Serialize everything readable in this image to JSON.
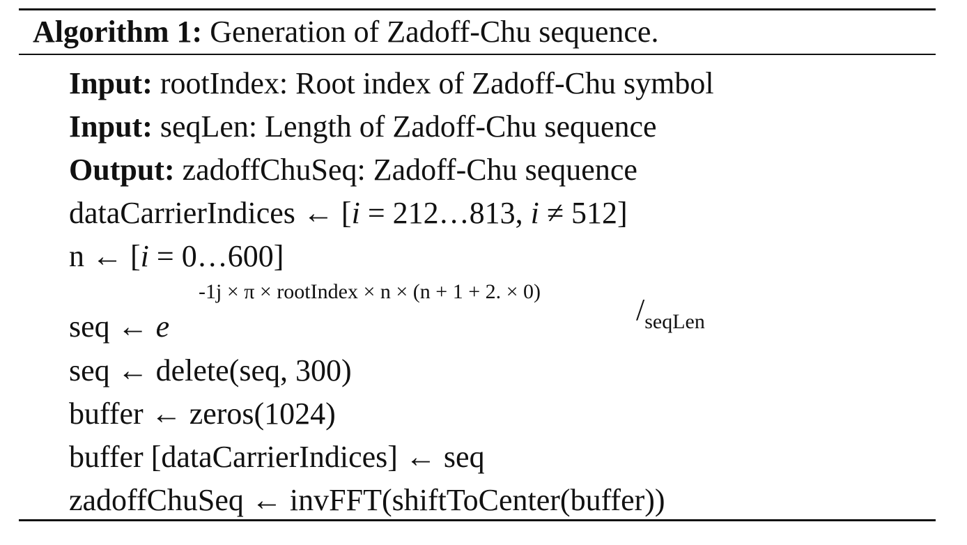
{
  "algorithm": {
    "label": "Algorithm 1:",
    "title": " Generation of Zadoff-Chu sequence."
  },
  "inputs": [
    {
      "keyword": "Input:",
      "text": " rootIndex: Root index of Zadoff-Chu symbol"
    },
    {
      "keyword": "Input:",
      "text": " seqLen: Length of Zadoff-Chu sequence"
    }
  ],
  "output": {
    "keyword": "Output:",
    "text": " zadoffChuSeq: Zadoff-Chu sequence"
  },
  "steps": {
    "data_carrier": {
      "lhs": "dataCarrierIndices ← [",
      "var1": "i",
      "mid": " = 212…813, ",
      "var2": "i",
      "rhs": " ≠ 512]"
    },
    "n": {
      "lhs": "n ← [",
      "var": "i",
      "rhs": " = 0…600]"
    },
    "seq_exp": {
      "lhs": "seq ← ",
      "base": "e",
      "exponent": "-1j × π × rootIndex × n × (n + 1 + 2. × 0)",
      "slash": "/",
      "denominator": "seqLen"
    },
    "seq_delete": "seq ← delete(seq, 300)",
    "buffer_zeros": "buffer ← zeros(1024)",
    "buffer_assign": "buffer [dataCarrierIndices] ← seq",
    "final": "zadoffChuSeq ← invFFT(shiftToCenter(buffer))"
  }
}
